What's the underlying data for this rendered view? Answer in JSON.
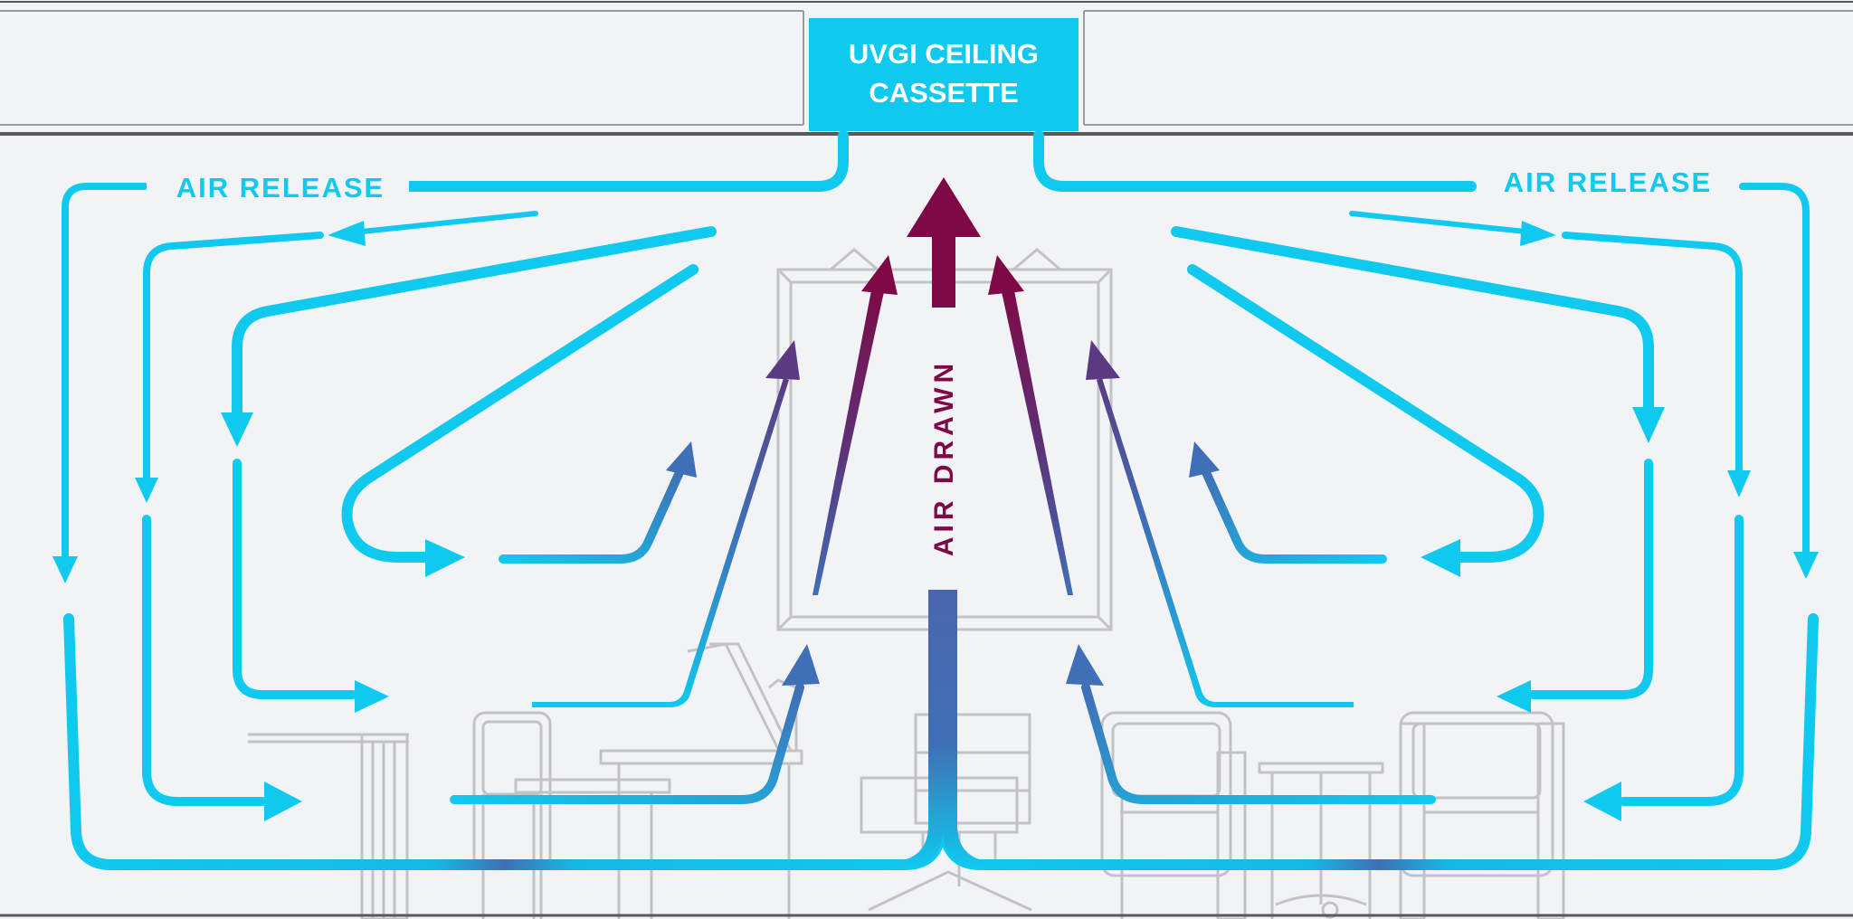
{
  "cassette": {
    "line1": "UVGI CEILING",
    "line2": "CASSETTE"
  },
  "labels": {
    "air_release_left": "AIR RELEASE",
    "air_release_right": "AIR RELEASE",
    "air_drawn": "AIR DRAWN"
  },
  "colors": {
    "release_cyan": "#10c9ee",
    "drawn_maroon": "#7d0a46",
    "drawn_blue": "#3f6fb6",
    "drawn_purple": "#5b3a82",
    "furniture_grey": "#c3c3c6",
    "ceiling_line": "#59585d",
    "background": "#f2f3f7"
  }
}
